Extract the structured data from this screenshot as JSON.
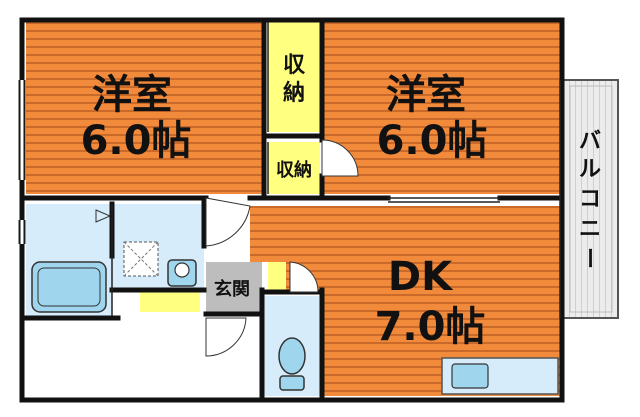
{
  "rooms": {
    "western_room_left": {
      "name": "洋室",
      "size": "6.0帖"
    },
    "western_room_right": {
      "name": "洋室",
      "size": "6.0帖"
    },
    "dining_kitchen": {
      "name": "DK",
      "size": "7.0帖"
    }
  },
  "storage": {
    "closet_upper_line1": "収",
    "closet_upper_line2": "納",
    "closet_lower": "収納"
  },
  "entrance": "玄関",
  "balcony": [
    "バ",
    "ル",
    "コ",
    "ニ",
    "ー"
  ],
  "colors": {
    "room_orange": "#f28a3c",
    "room_stripe": "#c96a2a",
    "storage_yellow": "#ffff80",
    "wet_area_blue": "#d6ecfa",
    "fixture_blue": "#9fd6ee",
    "entrance_gray": "#bdbdbd",
    "balcony_gray": "#e6e6e6",
    "wall": "#111111"
  },
  "icons": [
    "bathtub-icon",
    "toilet-icon",
    "sink-icon",
    "washing-machine-pan-icon",
    "faucet-icon"
  ]
}
